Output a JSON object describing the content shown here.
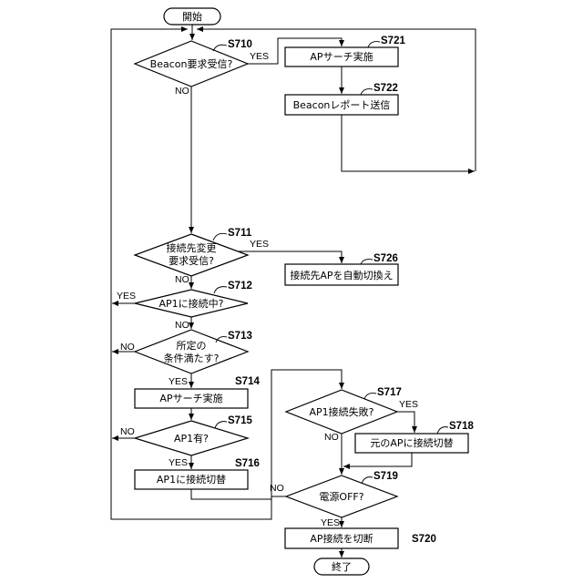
{
  "colors": {
    "line": "#000000",
    "background": "#ffffff"
  },
  "terminals": {
    "start": "開始",
    "end": "終了"
  },
  "steps": {
    "s710": {
      "id": "S710",
      "lines": [
        "Beacon要求受信?"
      ],
      "yes": "YES",
      "no": "NO"
    },
    "s721": {
      "id": "S721",
      "lines": [
        "APサーチ実施"
      ]
    },
    "s722": {
      "id": "S722",
      "lines": [
        "Beaconレポート送信"
      ]
    },
    "s711": {
      "id": "S711",
      "lines": [
        "接続先変更",
        "要求受信?"
      ],
      "yes": "YES",
      "no": "NO"
    },
    "s726": {
      "id": "S726",
      "lines": [
        "接続先APを自動切換え"
      ]
    },
    "s712": {
      "id": "S712",
      "lines": [
        "AP1に接続中?"
      ],
      "yes": "YES",
      "no": "NO"
    },
    "s713": {
      "id": "S713",
      "lines": [
        "所定の",
        "条件満たす?"
      ],
      "yes": "YES",
      "no": "NO"
    },
    "s714": {
      "id": "S714",
      "lines": [
        "APサーチ実施"
      ]
    },
    "s715": {
      "id": "S715",
      "lines": [
        "AP1有?"
      ],
      "yes": "YES",
      "no": "NO"
    },
    "s716": {
      "id": "S716",
      "lines": [
        "AP1に接続切替"
      ]
    },
    "s717": {
      "id": "S717",
      "lines": [
        "AP1接続失敗?"
      ],
      "yes": "YES",
      "no": "NO"
    },
    "s718": {
      "id": "S718",
      "lines": [
        "元のAPに接続切替"
      ]
    },
    "s719": {
      "id": "S719",
      "lines": [
        "電源OFF?"
      ],
      "yes": "YES",
      "no": "NO"
    },
    "s720": {
      "id": "S720",
      "lines": [
        "AP接続を切断"
      ]
    }
  }
}
